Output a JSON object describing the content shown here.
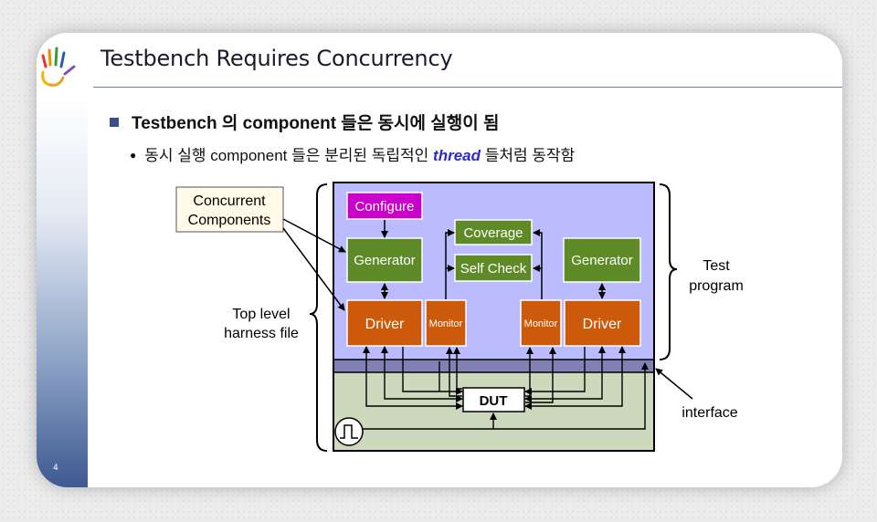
{
  "slide": {
    "title": "Testbench Requires Concurrency",
    "page_number": "4",
    "bullet1": {
      "text": "Testbench 의 component 들은 동시에 실행이 됨"
    },
    "bullet2": {
      "before": "동시 실행 component 들은 분리된 독립적인 ",
      "emph": "thread",
      "after": " 들처럼 동작함"
    }
  },
  "diagram": {
    "callout": [
      "Concurrent",
      "Components"
    ],
    "harness_label": [
      "Top level",
      "harness file"
    ],
    "test_program_label": [
      "Test",
      "program"
    ],
    "interface_label": "interface",
    "blocks": {
      "configure": "Configure",
      "generator_left": "Generator",
      "generator_right": "Generator",
      "coverage": "Coverage",
      "self_check": "Self Check",
      "driver_left": "Driver",
      "driver_right": "Driver",
      "monitor_left": "Monitor",
      "monitor_right": "Monitor",
      "dut": "DUT"
    },
    "colors": {
      "test_program_bg": "#bbbbff",
      "interface_band": "#8080b4",
      "harness_bg": "#ccd9bd",
      "configure": "#cc00cc",
      "generator": "#5e8a27",
      "driver": "#cc5a0a"
    }
  }
}
